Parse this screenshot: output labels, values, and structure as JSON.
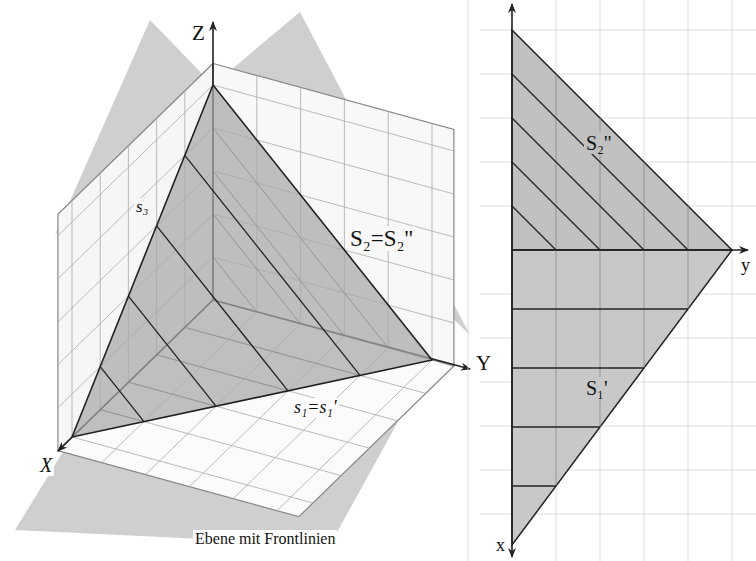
{
  "diagram": {
    "caption": "Ebene mit Frontlinien",
    "labels": [
      "Z",
      "S₂=S₂''",
      "s₃",
      "Y",
      "s₁=s₁'",
      "X",
      "S₂''",
      "y",
      "S₁'",
      "x"
    ]
  }
}
